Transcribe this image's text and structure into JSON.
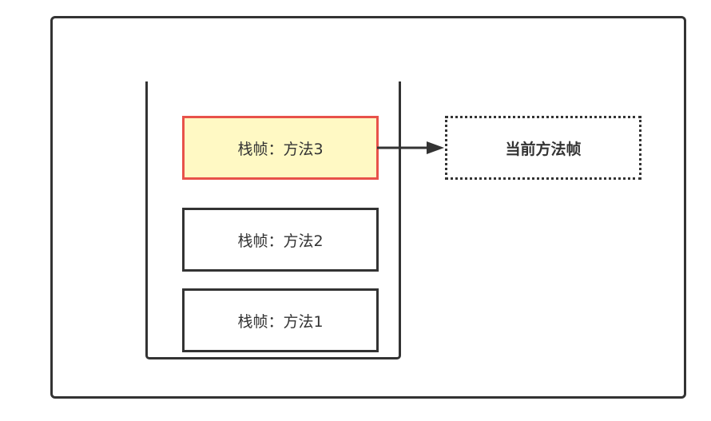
{
  "diagram": {
    "stack_frames": [
      {
        "label": "栈帧：方法3",
        "highlighted": true
      },
      {
        "label": "栈帧：方法2",
        "highlighted": false
      },
      {
        "label": "栈帧：方法1",
        "highlighted": false
      }
    ],
    "current_frame_label": "当前方法帧",
    "colors": {
      "stroke": "#333333",
      "highlight_border": "#e8524a",
      "highlight_fill": "#fff9c4"
    }
  }
}
